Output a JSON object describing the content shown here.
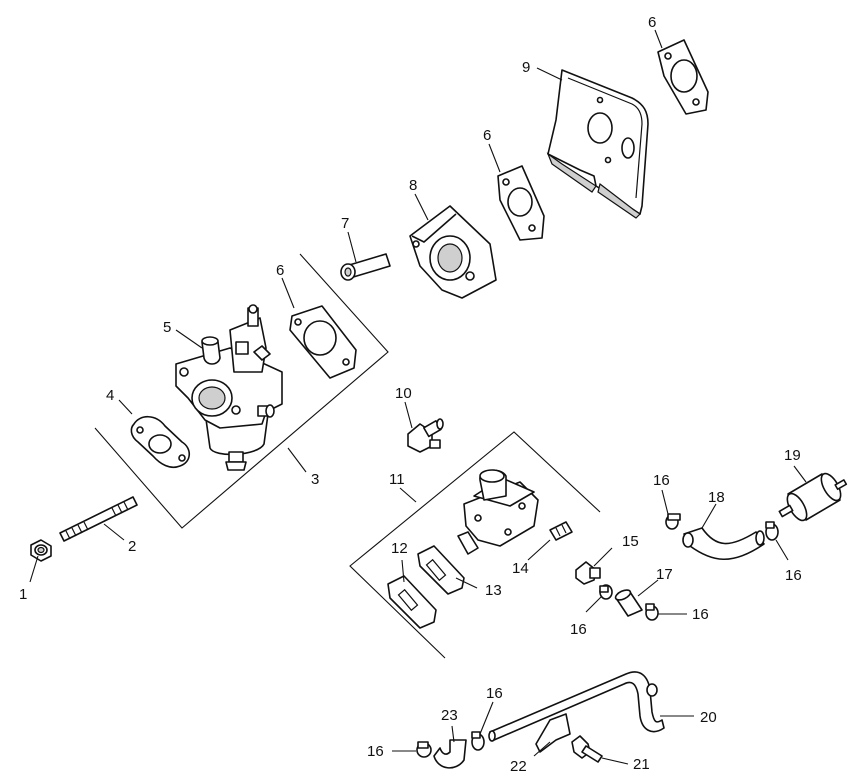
{
  "callouts": {
    "c1": "1",
    "c2": "2",
    "c3": "3",
    "c4": "4",
    "c5": "5",
    "c6a": "6",
    "c6b": "6",
    "c6c": "6",
    "c7": "7",
    "c8": "8",
    "c9": "9",
    "c10": "10",
    "c11": "11",
    "c12": "12",
    "c13": "13",
    "c14": "14",
    "c15": "15",
    "c16a": "16",
    "c16b": "16",
    "c16c": "16",
    "c16d": "16",
    "c16e": "16",
    "c16f": "16",
    "c17": "17",
    "c18": "18",
    "c19": "19",
    "c20": "20",
    "c21": "21",
    "c22": "22",
    "c23": "23"
  }
}
